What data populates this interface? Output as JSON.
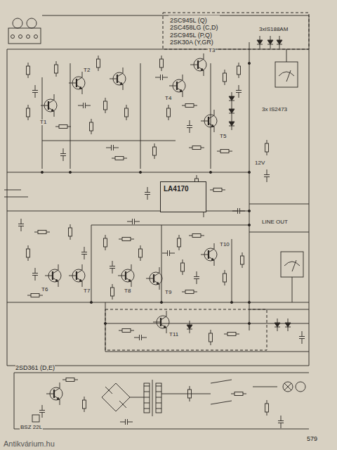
{
  "diagram": {
    "nodes": [
      {
        "text": [
          "2SC945L (Q)",
          "2SC458LG (C,D)",
          "2SC945L (P,Q)",
          "2SK30A (Y,GR)"
        ]
      },
      {
        "text": [
          "LA4170"
        ]
      },
      {
        "text": [
          "2SD361 (D,E)"
        ]
      }
    ],
    "labels": [
      "3xIS188AM",
      "3x IS2473",
      "LINE OUT",
      "BSZ 22L",
      "579",
      "Antikvárium.hu",
      "T1",
      "T2",
      "T3",
      "T4",
      "T5",
      "T6",
      "T7",
      "T8",
      "T9",
      "T10",
      "T11",
      "12V"
    ]
  }
}
